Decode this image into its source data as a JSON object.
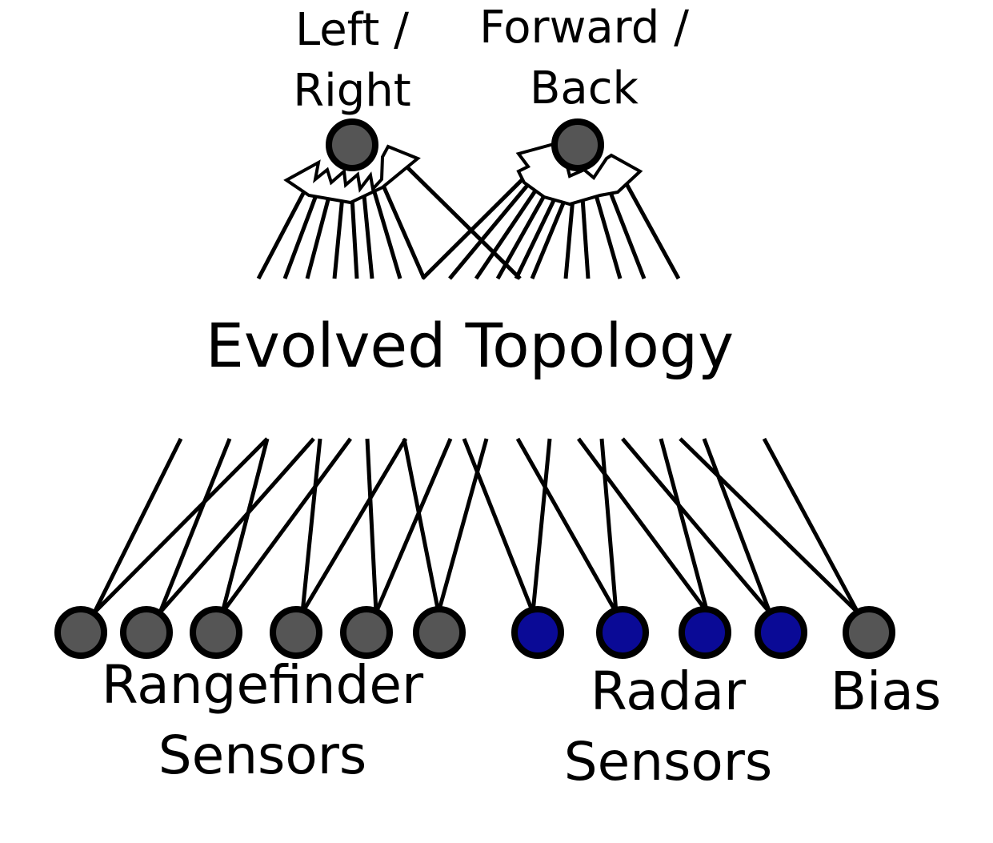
{
  "title": "Evolved Topology",
  "colors": {
    "gray_node": "#555555",
    "radar_node": "#0a0a96",
    "stroke": "#000000"
  },
  "outputs": [
    {
      "id": "left-right",
      "lines": [
        "Left /",
        "Right"
      ]
    },
    {
      "id": "forward-back",
      "lines": [
        "Forward /",
        "Back"
      ]
    }
  ],
  "input_groups": [
    {
      "id": "rangefinder",
      "lines": [
        "Rangefinder",
        "Sensors"
      ],
      "count": 6,
      "color": "#555555"
    },
    {
      "id": "radar",
      "lines": [
        "Radar",
        "Sensors"
      ],
      "count": 4,
      "color": "#0a0a96"
    },
    {
      "id": "bias",
      "lines": [
        "Bias"
      ],
      "count": 1,
      "color": "#555555"
    }
  ]
}
